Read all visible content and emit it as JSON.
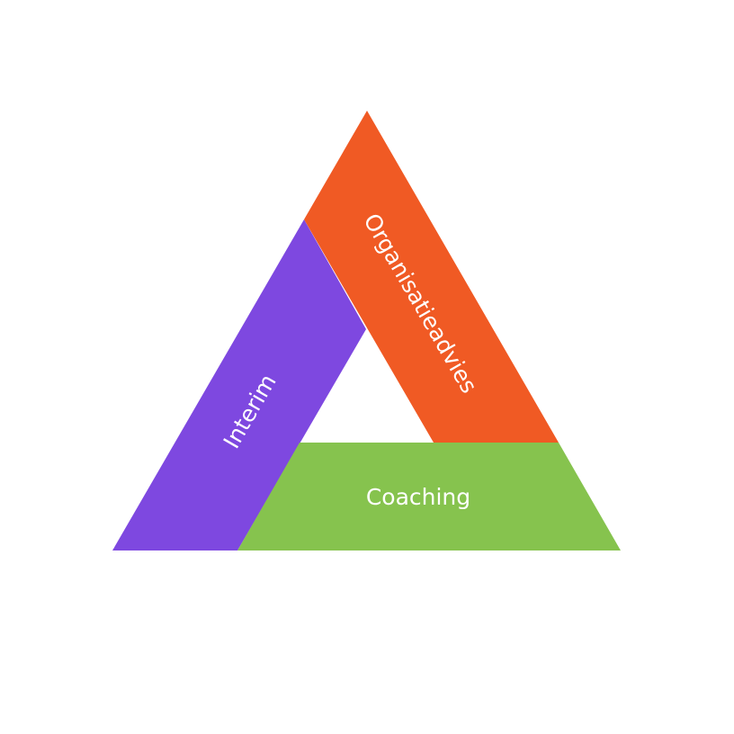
{
  "diagram": {
    "segments": [
      {
        "id": "organisatieadvies",
        "label": "Organisatieadvies",
        "color": "#F05A24"
      },
      {
        "id": "interim",
        "label": "Interim",
        "color": "#7E48E0"
      },
      {
        "id": "coaching",
        "label": "Coaching",
        "color": "#86C34E"
      }
    ]
  }
}
